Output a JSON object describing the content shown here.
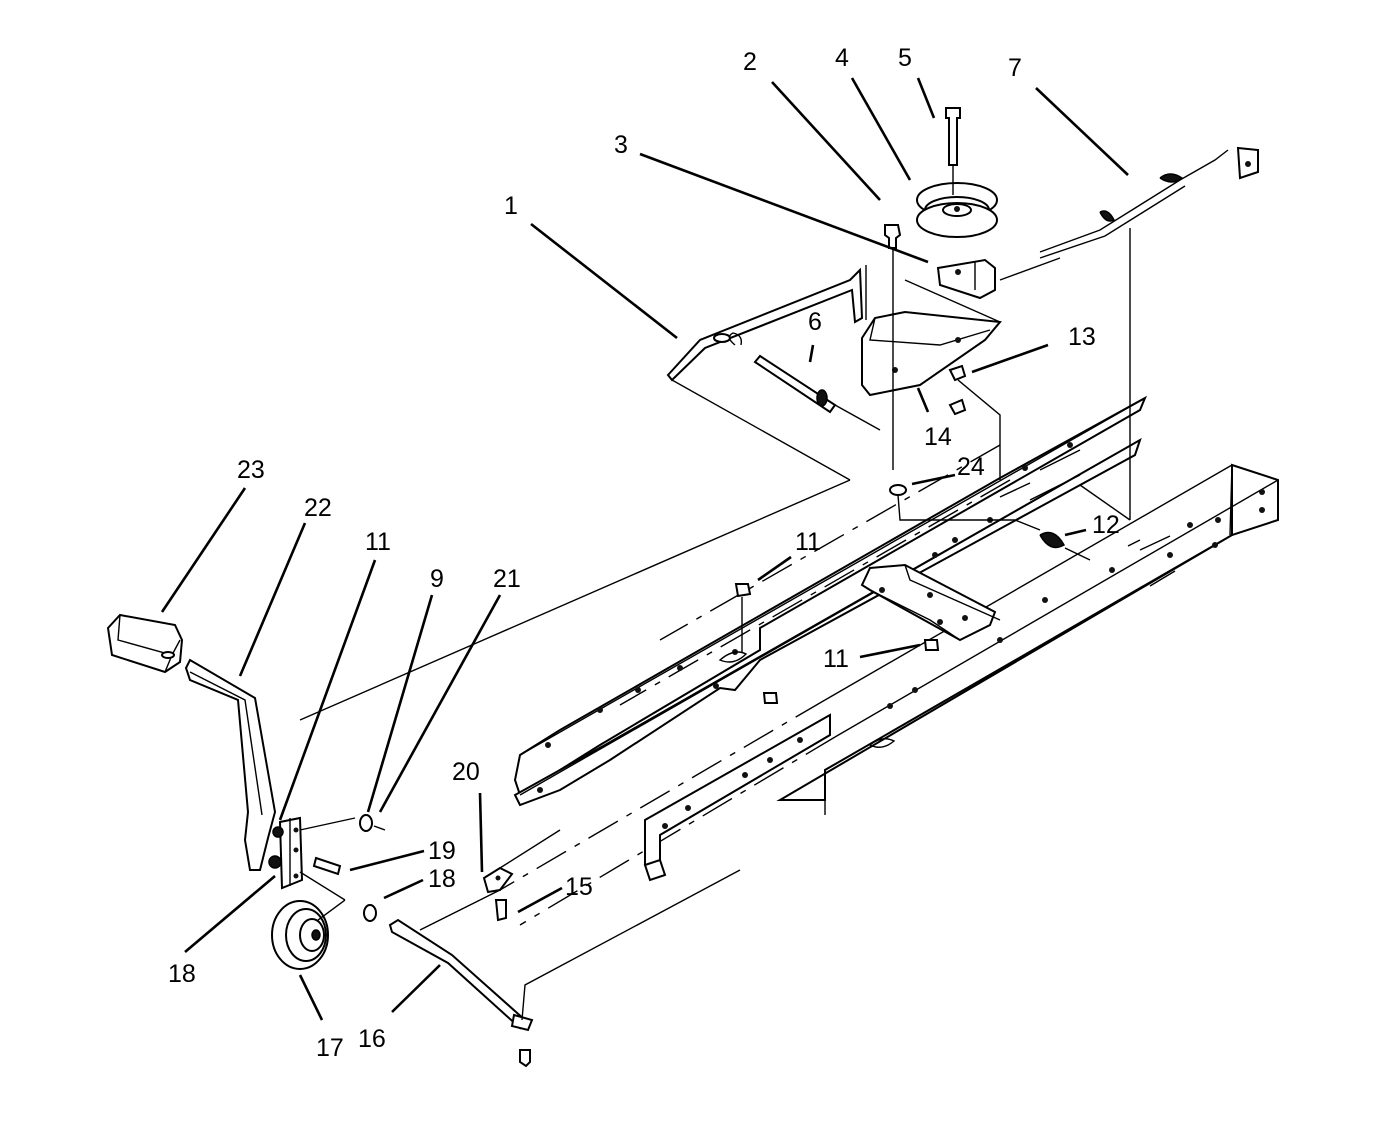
{
  "callouts": [
    {
      "id": "c1",
      "label": "1"
    },
    {
      "id": "c2",
      "label": "2"
    },
    {
      "id": "c3",
      "label": "3"
    },
    {
      "id": "c4",
      "label": "4"
    },
    {
      "id": "c5",
      "label": "5"
    },
    {
      "id": "c6",
      "label": "6"
    },
    {
      "id": "c7",
      "label": "7"
    },
    {
      "id": "c9",
      "label": "9"
    },
    {
      "id": "c11a",
      "label": "11"
    },
    {
      "id": "c11b",
      "label": "11"
    },
    {
      "id": "c11c",
      "label": "11"
    },
    {
      "id": "c12",
      "label": "12"
    },
    {
      "id": "c13",
      "label": "13"
    },
    {
      "id": "c14",
      "label": "14"
    },
    {
      "id": "c15",
      "label": "15"
    },
    {
      "id": "c16",
      "label": "16"
    },
    {
      "id": "c17",
      "label": "17"
    },
    {
      "id": "c18a",
      "label": "18"
    },
    {
      "id": "c18b",
      "label": "18"
    },
    {
      "id": "c19",
      "label": "19"
    },
    {
      "id": "c20",
      "label": "20"
    },
    {
      "id": "c21",
      "label": "21"
    },
    {
      "id": "c22",
      "label": "22"
    },
    {
      "id": "c23",
      "label": "23"
    },
    {
      "id": "c24",
      "label": "24"
    }
  ]
}
